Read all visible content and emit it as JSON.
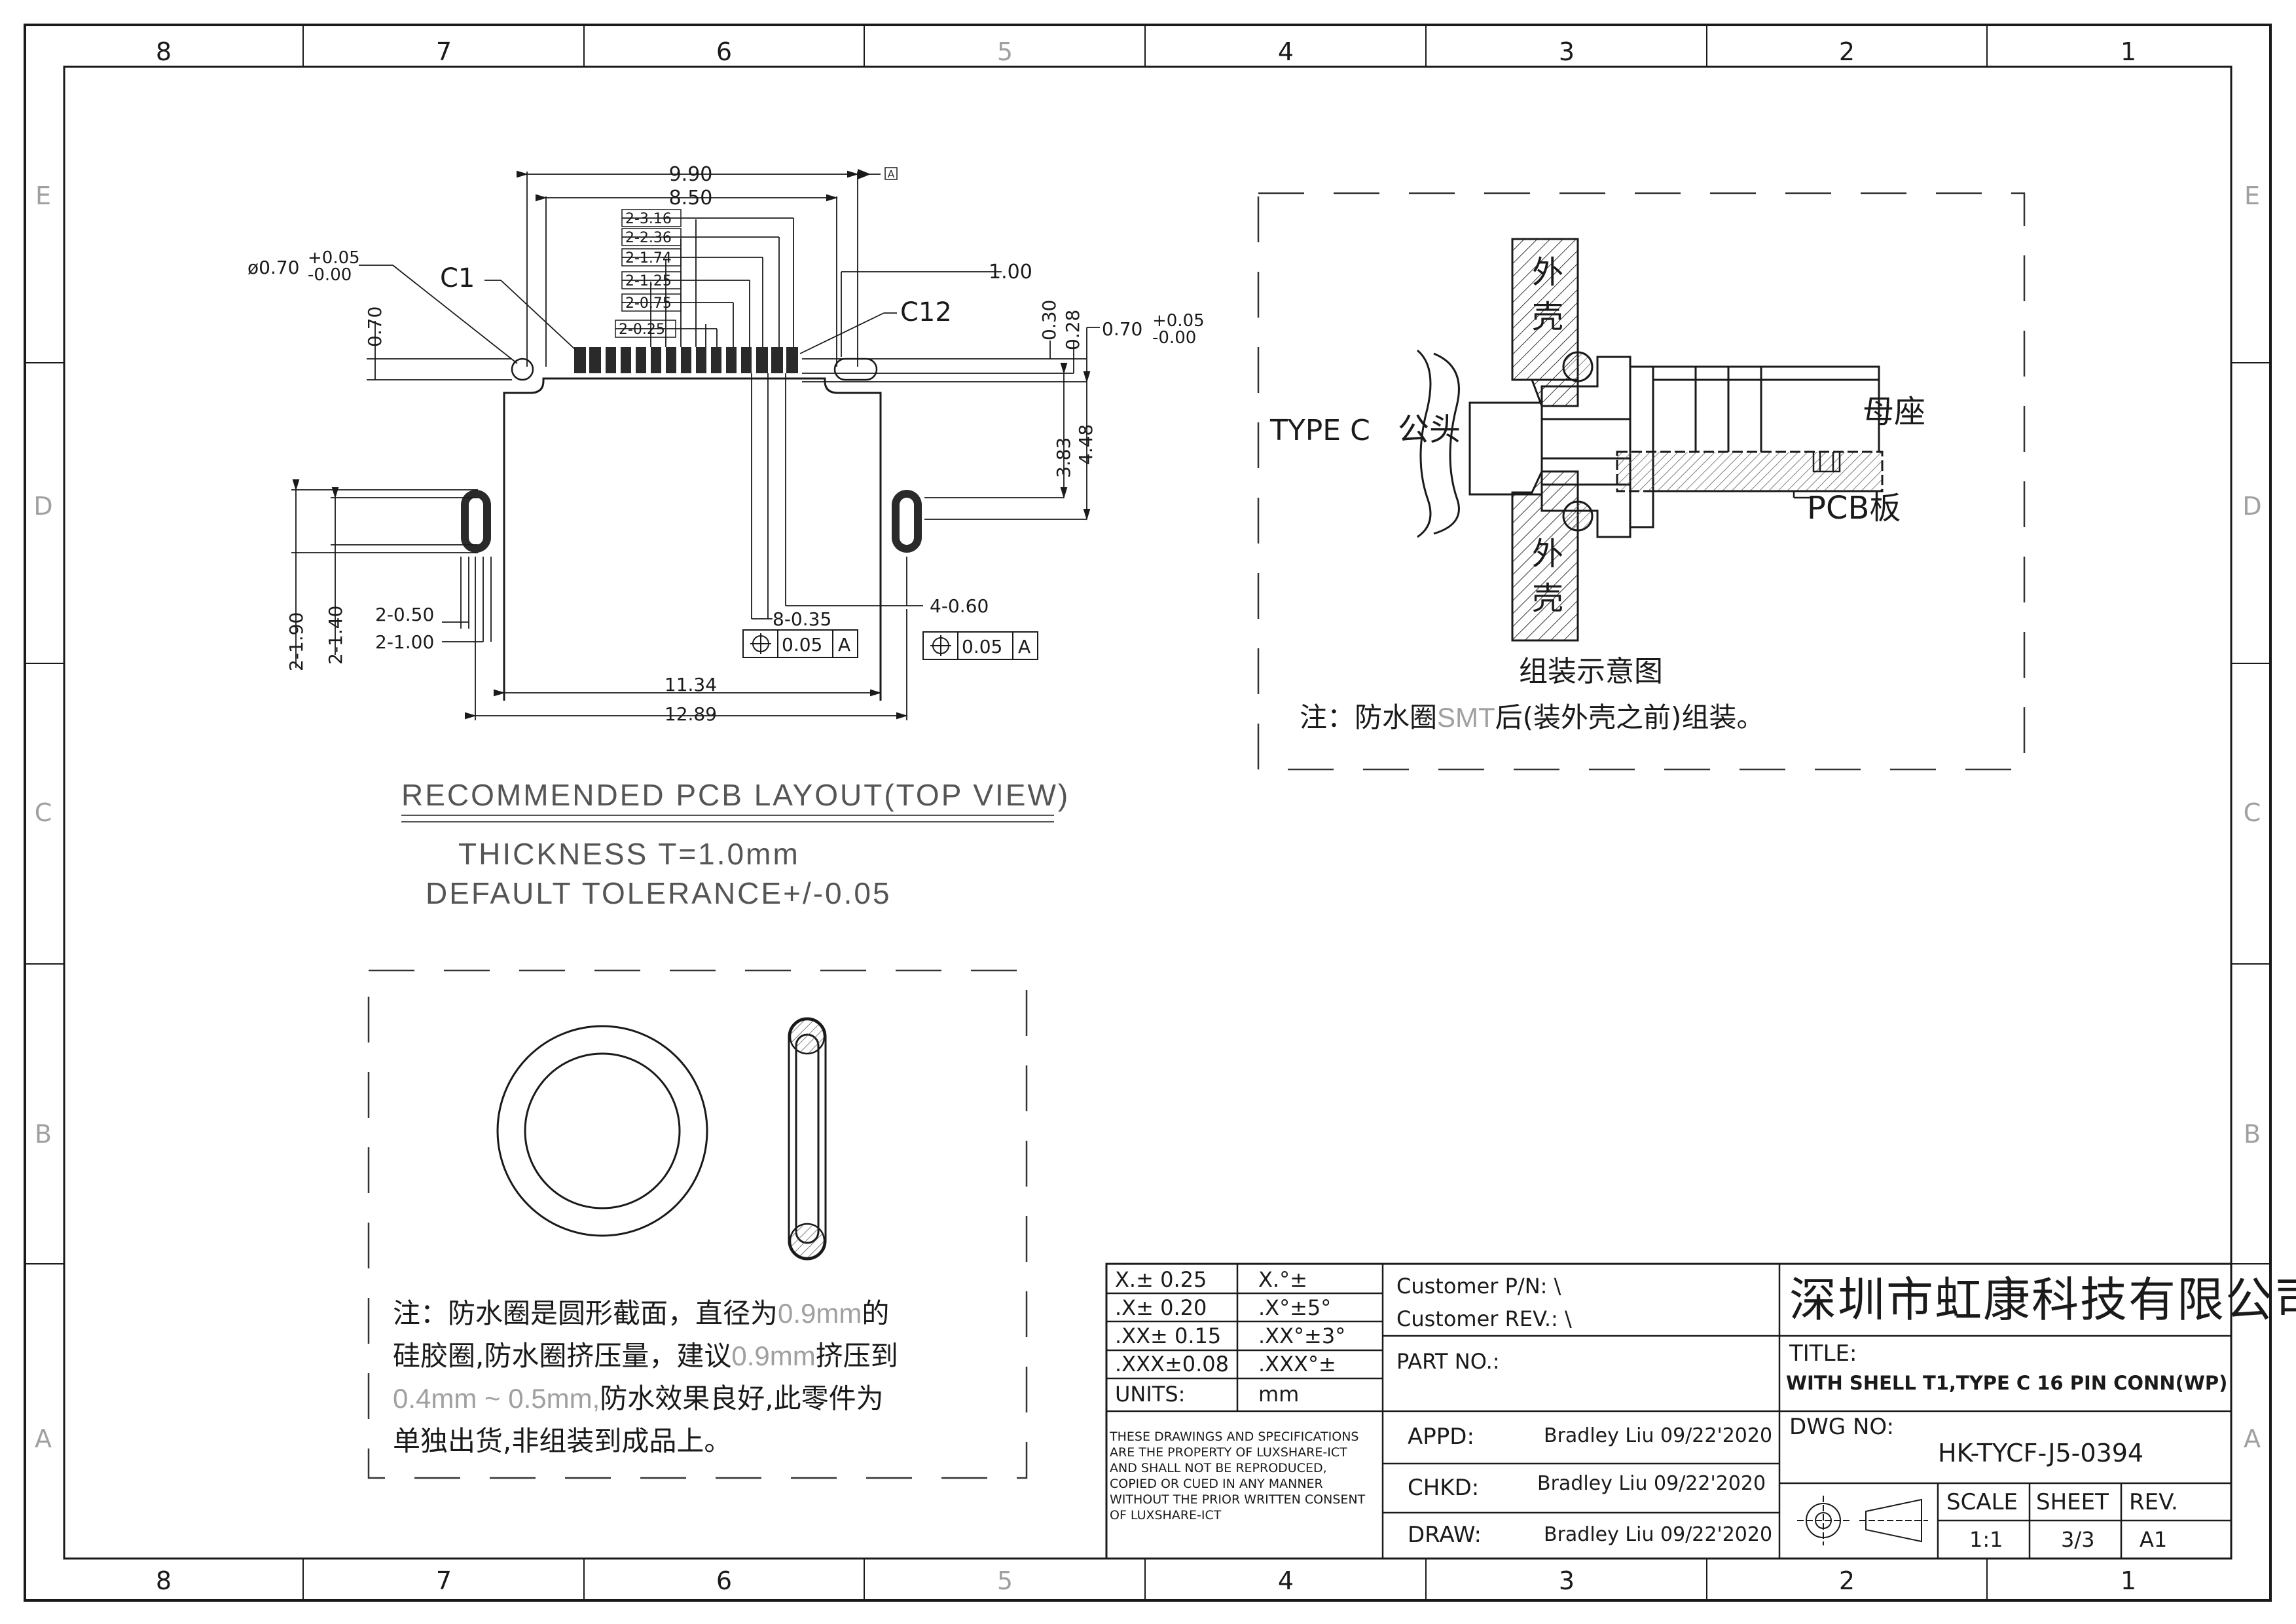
{
  "frame": {
    "cols": [
      "8",
      "7",
      "6",
      "5",
      "4",
      "3",
      "2",
      "1"
    ],
    "rows": [
      "E",
      "D",
      "C",
      "B",
      "A"
    ]
  },
  "pcb": {
    "dims": {
      "d990": "9.90",
      "d850": "8.50",
      "d316": "2-3.16",
      "d236": "2-2.36",
      "d174": "2-1.74",
      "d125": "2-1.25",
      "d075": "2-0.75",
      "d025": "2-0.25",
      "d100": "1.00",
      "d030": "0.30",
      "d028": "0.28",
      "d070": "0.70",
      "d383": "3.83",
      "d448": "4.48",
      "d050": "2-0.50",
      "d100b": "2-1.00",
      "d140": "2-1.40",
      "d190": "2-1.90",
      "d835": "8-0.35",
      "d460": "4-0.60",
      "d1134": "11.34",
      "d1289": "12.89",
      "hole_left_main": "ø0.70",
      "hole_right_main": "0.70",
      "tol_plus": "+0.05",
      "tol_minus": "-0.00"
    },
    "labels": {
      "c1": "C1",
      "c12": "C12",
      "datum": "A"
    },
    "fcf": {
      "symbol": "⌖",
      "value": "0.05",
      "datum": "A"
    },
    "title": "RECOMMENDED PCB LAYOUT(TOP VIEW)",
    "thickness": "THICKNESS T=1.0mm",
    "tolerance": "DEFAULT TOLERANCE+/-0.05"
  },
  "assembly": {
    "shell_top": [
      "外",
      "壳"
    ],
    "shell_bottom": [
      "外",
      "壳"
    ],
    "plug_prefix": "TYPE C",
    "plug_cn": "公头",
    "receptacle": "母座",
    "pcb": "PCB板",
    "caption": "组装示意图",
    "note_a": "注：防水圈",
    "note_smt": "SMT",
    "note_b": "后(装外壳之前)组装。"
  },
  "oring_note": {
    "l1_a": "注：防水圈是圆形截面，直径为",
    "l1_b": "0.9mm",
    "l1_c": "的",
    "l2_a": "硅胶圈,防水圈挤压量，建议",
    "l2_b": "0.9mm",
    "l2_c": "挤压到",
    "l3_a": "0.4mm ~ 0.5mm,",
    "l3_b": "防水效果良好,此零件为",
    "l4": "单独出货,非组装到成品上。"
  },
  "title_block": {
    "tol_rows": [
      {
        "lin": "X.± 0.25",
        "ang": "X.°±"
      },
      {
        "lin": ".X± 0.20",
        "ang": ".X°±5°"
      },
      {
        "lin": ".XX± 0.15",
        "ang": ".XX°±3°"
      },
      {
        "lin": ".XXX±0.08",
        "ang": ".XXX°±"
      },
      {
        "lin": "UNITS:",
        "ang": "mm"
      }
    ],
    "customer_pn": "Customer P/N: \\",
    "customer_rev": "Customer REV.: \\",
    "part_no": "PART NO.:",
    "company": "深圳市虹康科技有限公司",
    "title_label": "TITLE:",
    "title_value": "WITH SHELL T1,TYPE C 16 PIN CONN(WP)",
    "disclaimer": [
      "THESE DRAWINGS AND SPECIFICATIONS",
      "ARE THE PROPERTY OF LUXSHARE-ICT",
      "AND SHALL NOT BE REPRODUCED,",
      "COPIED OR CUED IN ANY MANNER",
      "WITHOUT THE PRIOR WRITTEN CONSENT",
      "OF LUXSHARE-ICT"
    ],
    "appd_label": "APPD:",
    "appd": "Bradley Liu  09/22'2020",
    "chkd_label": "CHKD:",
    "chkd": "Bradley Liu  09/22'2020",
    "draw_label": "DRAW:",
    "draw": "Bradley Liu  09/22'2020",
    "dwg_label": "DWG NO:",
    "dwg_no": "HK-TYCF-J5-0394",
    "scale_label": "SCALE",
    "scale": "1:1",
    "sheet_label": "SHEET",
    "sheet": "3/3",
    "rev_label": "REV.",
    "rev": "A1"
  }
}
